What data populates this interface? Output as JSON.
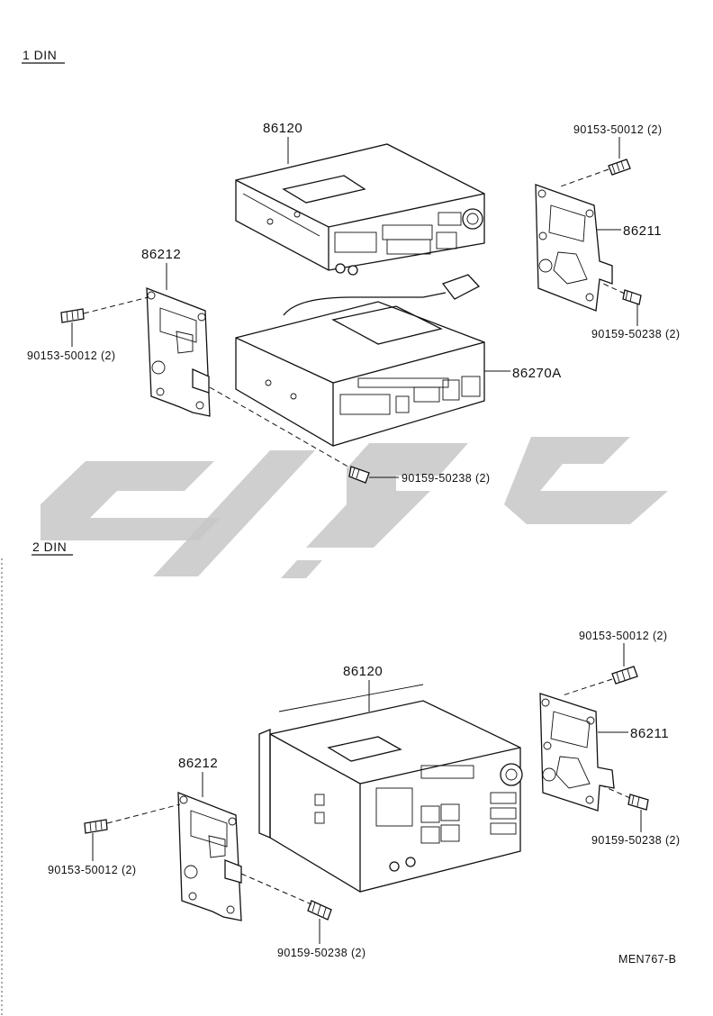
{
  "sections": {
    "one_din": "1 DIN",
    "two_din": "2 DIN"
  },
  "parts": {
    "head_unit": "86120",
    "bracket_right": "86211",
    "bracket_left": "86212",
    "cd_unit": "86270A",
    "screw_90153": "90153-50012 (2)",
    "screw_90159": "90159-50238 (2)"
  },
  "footer": {
    "drawing_code": "MEN767-B"
  }
}
